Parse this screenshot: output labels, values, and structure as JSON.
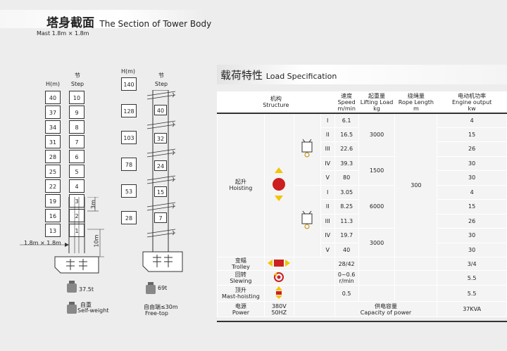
{
  "section": {
    "title_cn": "塔身截面",
    "title_en": "The Section of Tower Body",
    "mast_note": "Mast 1.8m × 1.8m"
  },
  "left_tower": {
    "h_label": "H(m)",
    "step_label_cn": "节",
    "step_label_en": "Step",
    "heights": [
      "40",
      "37",
      "34",
      "31",
      "28",
      "25",
      "22",
      "19",
      "16",
      "13"
    ],
    "steps": [
      "10",
      "9",
      "8",
      "7",
      "6",
      "5",
      "4",
      "3",
      "2",
      "1"
    ],
    "dim_3m": "3m",
    "dim_10m": "10m",
    "mast_dim": "1.8m × 1.8m",
    "weight": "37.5t",
    "weight_label_cn": "自重",
    "weight_label_en": "Self-weight"
  },
  "right_tower": {
    "h_label": "H(m)",
    "step_label_cn": "节",
    "step_label_en": "Step",
    "heights": [
      "140",
      "128",
      "103",
      "78",
      "53",
      "28"
    ],
    "steps": [
      "40",
      "32",
      "24",
      "15",
      "7"
    ],
    "weight": "69t",
    "free_label_cn": "自由端≤30m",
    "free_label_en": "Free-top"
  },
  "spec": {
    "title_cn": "载荷特性",
    "title_en": "Load Specification",
    "headers": {
      "structure_cn": "机构",
      "structure_en": "Structure",
      "speed_cn": "速度",
      "speed_en": "Speed",
      "speed_unit": "m/min",
      "load_cn": "起重量",
      "load_en": "Lifting Load",
      "load_unit": "kg",
      "rope_cn": "绕绳量",
      "rope_en": "Rope Length",
      "rope_unit": "m",
      "power_cn": "电动机功率",
      "power_en": "Engine output",
      "power_unit": "kw"
    },
    "hoisting": {
      "label_cn": "起升",
      "label_en": "Hoisting",
      "rope": "300",
      "group1": {
        "rows": [
          {
            "gear": "I",
            "speed": "6.1",
            "power": "4"
          },
          {
            "gear": "II",
            "speed": "16.5",
            "power": "15"
          },
          {
            "gear": "III",
            "speed": "22.6",
            "power": "26"
          },
          {
            "gear": "IV",
            "speed": "39.3",
            "power": "30"
          },
          {
            "gear": "V",
            "speed": "80",
            "power": "30"
          }
        ],
        "load_a": "3000",
        "load_b": "1500"
      },
      "group2": {
        "rows": [
          {
            "gear": "I",
            "speed": "3.05",
            "power": "4"
          },
          {
            "gear": "II",
            "speed": "8.25",
            "power": "15"
          },
          {
            "gear": "III",
            "speed": "11.3",
            "power": "26"
          },
          {
            "gear": "IV",
            "speed": "19.7",
            "power": "30"
          },
          {
            "gear": "V",
            "speed": "40",
            "power": "30"
          }
        ],
        "load_a": "6000",
        "load_b": "3000"
      }
    },
    "trolley": {
      "label_cn": "变幅",
      "label_en": "Trolley",
      "speed": "28/42",
      "power": "3/4"
    },
    "slewing": {
      "label_cn": "回转",
      "label_en": "Slewing",
      "speed": "0~0.6",
      "speed_unit": "r/min",
      "power": "5.5"
    },
    "mast": {
      "label_cn": "顶升",
      "label_en": "Mast-hoisting",
      "speed": "0.5",
      "power": "5.5"
    },
    "power_supply": {
      "label_cn": "电源",
      "label_en": "Power",
      "voltage": "380V",
      "freq": "50HZ",
      "cap_cn": "供电容量",
      "cap_en": "Capacity of power",
      "cap_value": "37KVA"
    },
    "colors": {
      "red": "#cc1f1f",
      "yellow": "#f3c400",
      "border": "#333333"
    }
  }
}
